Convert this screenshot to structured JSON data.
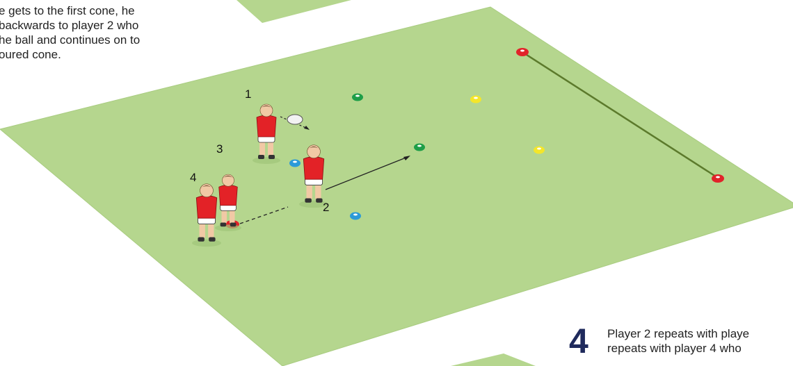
{
  "instructions": {
    "top": {
      "lines": [
        "e gets to the first cone, he",
        "backwards to player 2 who",
        "he ball and continues on to",
        "oured cone."
      ]
    },
    "bottom": {
      "step_number": "4",
      "lines": [
        "Player 2 repeats with playe",
        "repeats with player 4 who"
      ]
    }
  },
  "players": [
    {
      "label": "1"
    },
    {
      "label": "2"
    },
    {
      "label": "3"
    },
    {
      "label": "4"
    }
  ],
  "colors": {
    "pitch": "#b5d68e",
    "pitch_edge": "#a9cc80",
    "shirt": "#e32227",
    "cone_red": "#e1232a",
    "cone_green": "#1e9e48",
    "cone_yellow": "#f4e62a",
    "cone_blue": "#2b9ad8",
    "line_green": "#5c7a2c",
    "step_number": "#1f2a5c"
  }
}
